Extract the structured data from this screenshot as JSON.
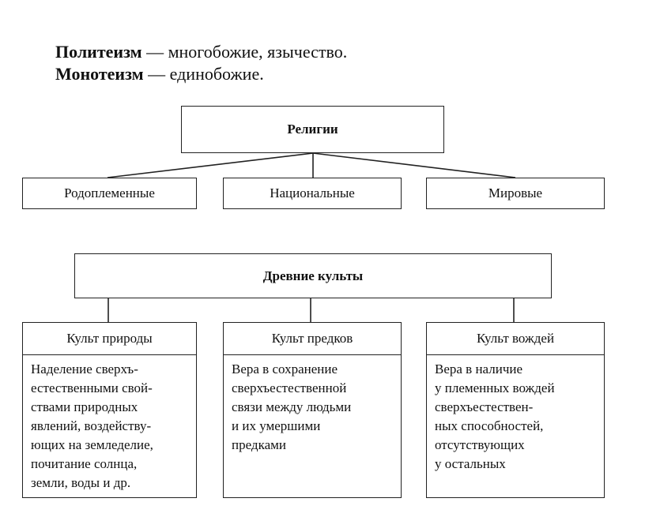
{
  "definitions": [
    {
      "term": "Политеизм",
      "text": " — многобожие, язычество."
    },
    {
      "term": "Монотеизм",
      "text": " — единобожие."
    }
  ],
  "religions": {
    "title": "Религии",
    "types": [
      "Родоплеменные",
      "Национальные",
      "Мировые"
    ]
  },
  "ancient_cults": {
    "title": "Древние культы",
    "cults": [
      {
        "name": "Культ природы",
        "description": "Наделение сверхъ-\nестественными свой-\nствами природных\nявлений, воздейству-\nющих на земледелие,\nпочитание солнца,\nземли, воды и др."
      },
      {
        "name": "Культ предков",
        "description": "Вера в сохранение\nсверхъестественной\nсвязи между людьми\nи их умершими\nпредками"
      },
      {
        "name": "Культ вождей",
        "description": "Вера в наличие\nу племенных вождей\nсверхъестествен-\nных способностей,\nотсутствующих\nу остальных"
      }
    ]
  }
}
